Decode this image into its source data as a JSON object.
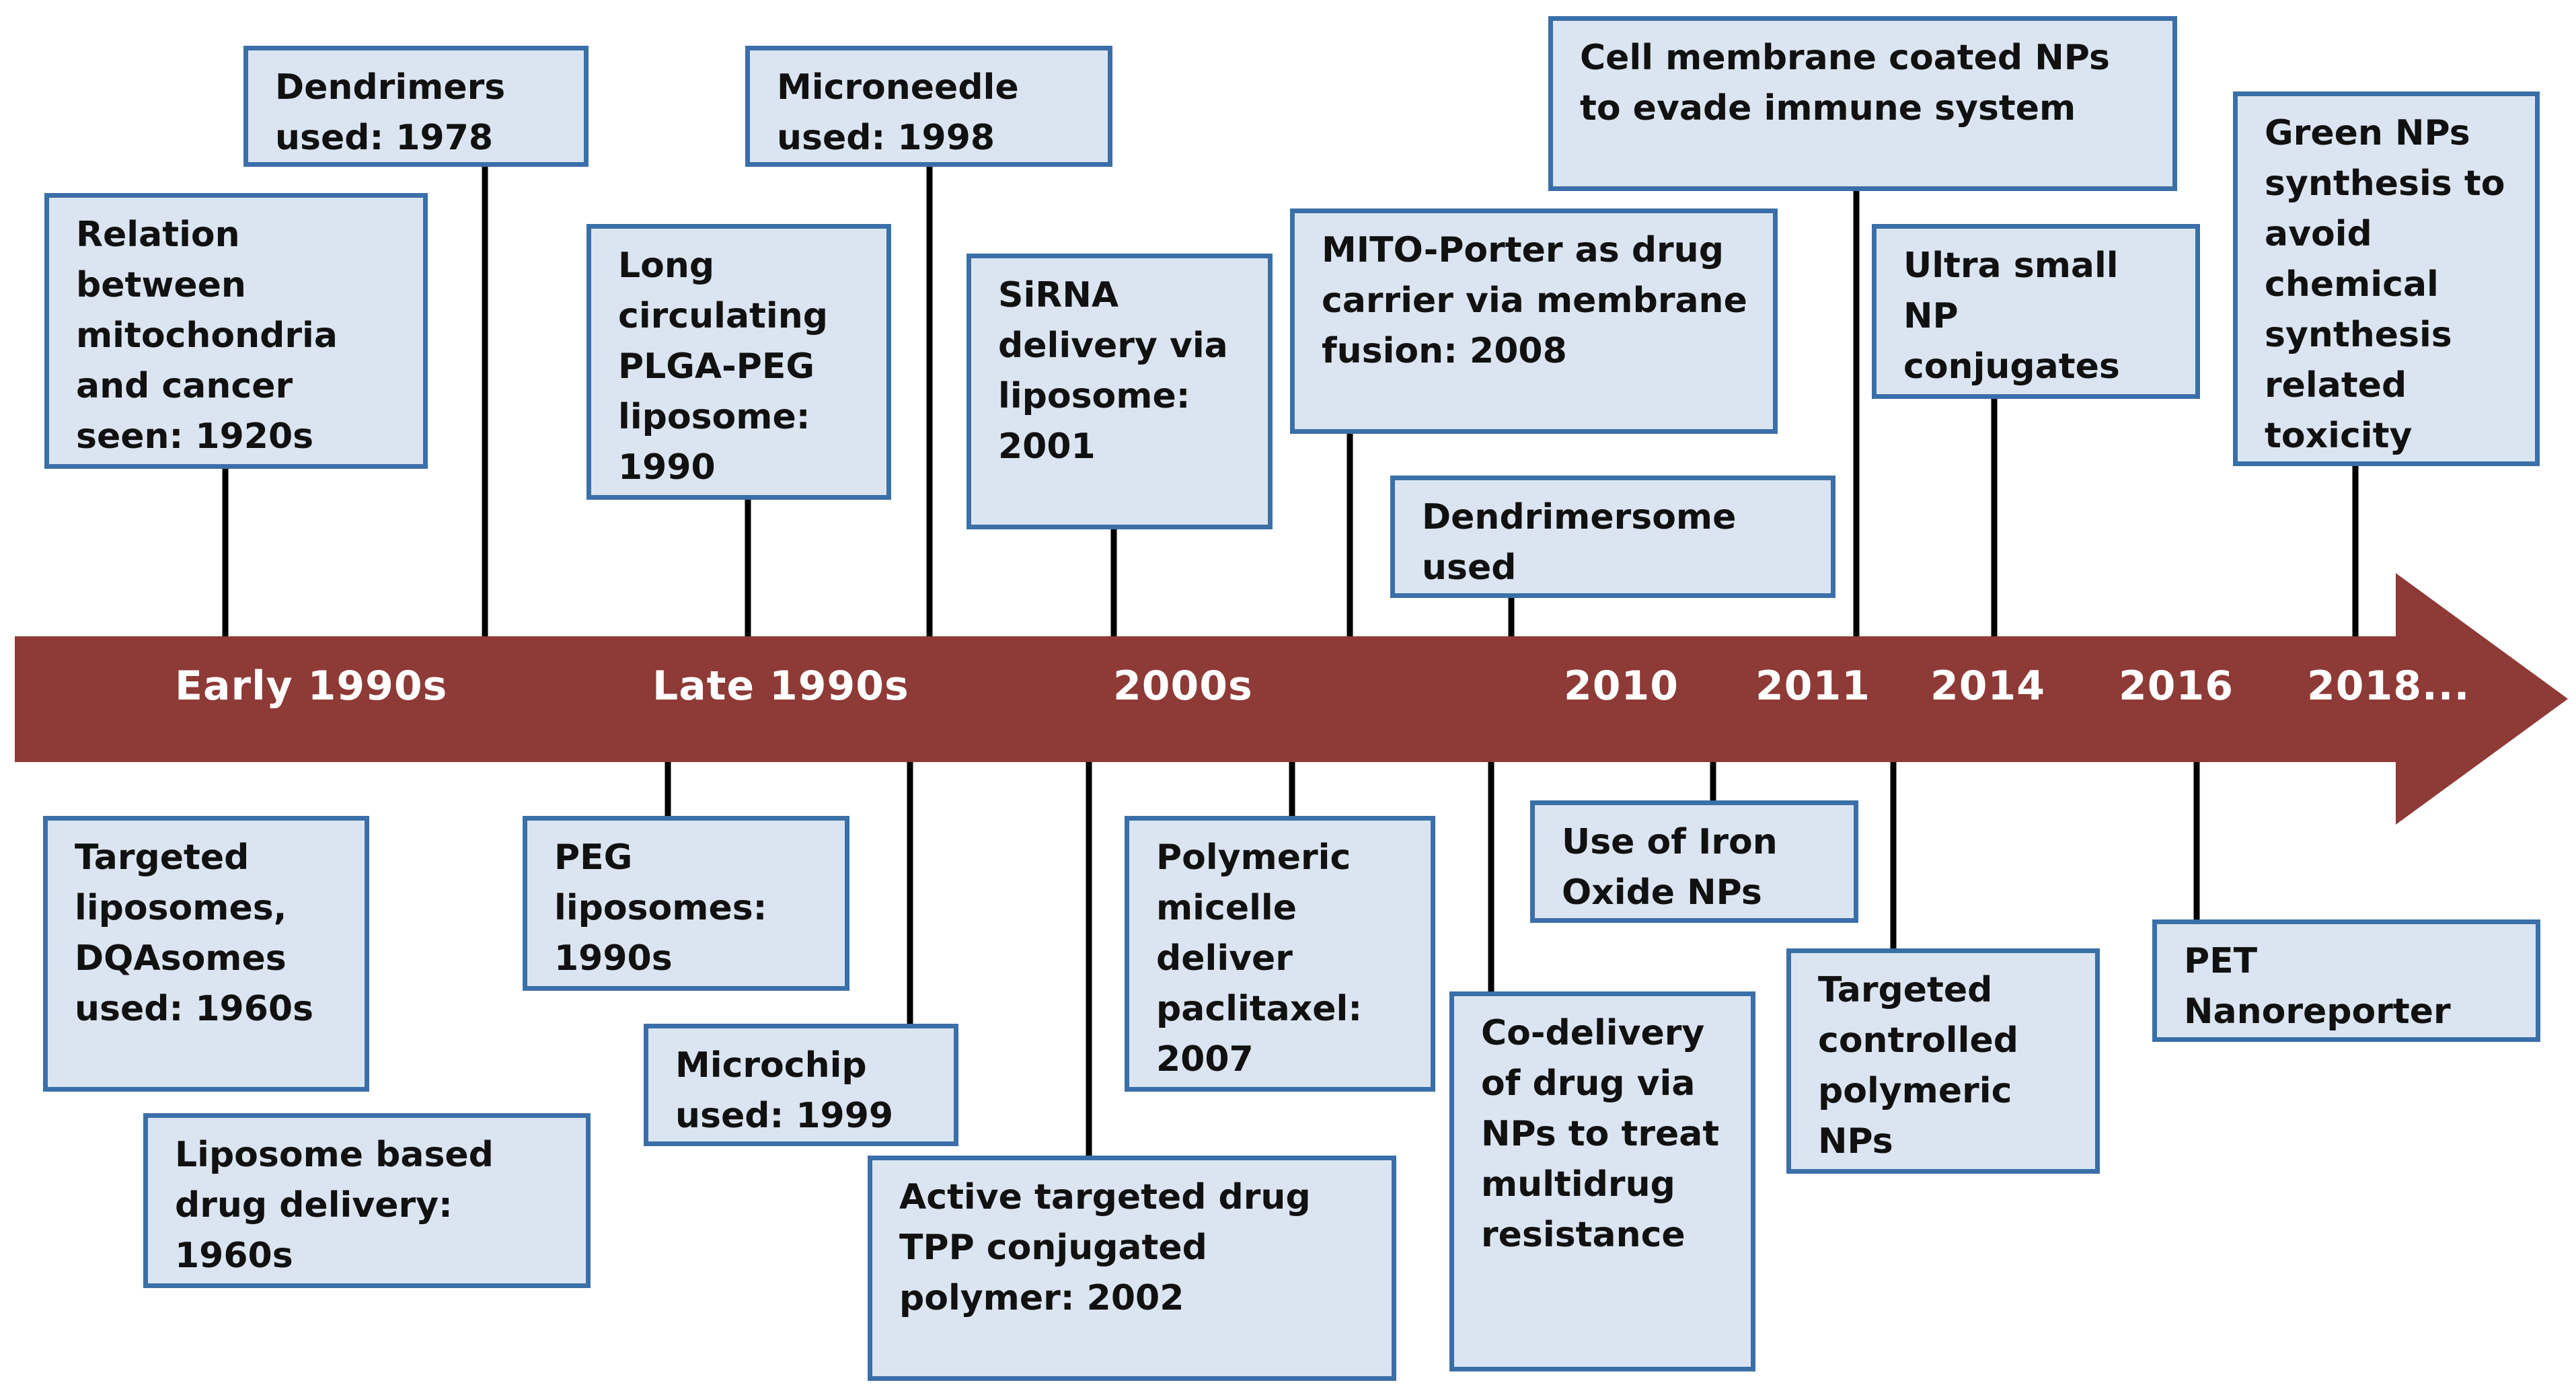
{
  "colors": {
    "arrow": "#8e3a36",
    "box_fill": "#dbe5f1",
    "box_border": "#3a6fa8",
    "connector": "#000000",
    "label_text": "#ffffff",
    "box_text": "#111111"
  },
  "timeline_labels": [
    "Early 1990s",
    "Late 1990s",
    "2000s",
    "2010",
    "2011",
    "2014",
    "2016",
    "2018..."
  ],
  "events_above": [
    "Relation between mitochondria and cancer seen: 1920s",
    "Dendrimers used: 1978",
    "Long circulating PLGA-PEG liposome: 1990",
    "Microneedle used: 1998",
    "SiRNA delivery via liposome: 2001",
    "MITO-Porter as drug carrier via membrane fusion: 2008",
    "Dendrimersome used",
    "Cell membrane coated NPs to evade immune system",
    "Ultra small NP conjugates",
    "Green NPs synthesis to avoid chemical synthesis related toxicity"
  ],
  "events_below": [
    "Targeted liposomes, DQAsomes used: 1960s",
    "Liposome based drug delivery: 1960s",
    "PEG liposomes: 1990s",
    "Microchip used: 1999",
    "Active targeted drug TPP conjugated polymer: 2002",
    "Polymeric micelle deliver paclitaxel: 2007",
    "Co-delivery of drug via NPs to treat multidrug resistance",
    "Use of Iron Oxide NPs",
    "Targeted controlled polymeric NPs",
    "PET Nanoreporter"
  ]
}
